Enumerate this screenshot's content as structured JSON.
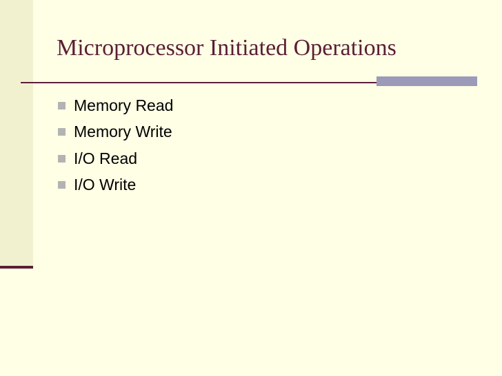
{
  "slide": {
    "title": "Microprocessor Initiated Operations",
    "bullets": [
      "Memory Read",
      "Memory Write",
      "I/O Read",
      "I/O Write"
    ]
  },
  "colors": {
    "background": "#ffffe5",
    "side_band": "#f1f1cf",
    "title_text": "#5a1e36",
    "rule": "#5a1e36",
    "accent_block": "#9b9ab9",
    "bullet_marker": "#b3b3b3",
    "body_text": "#000000"
  }
}
